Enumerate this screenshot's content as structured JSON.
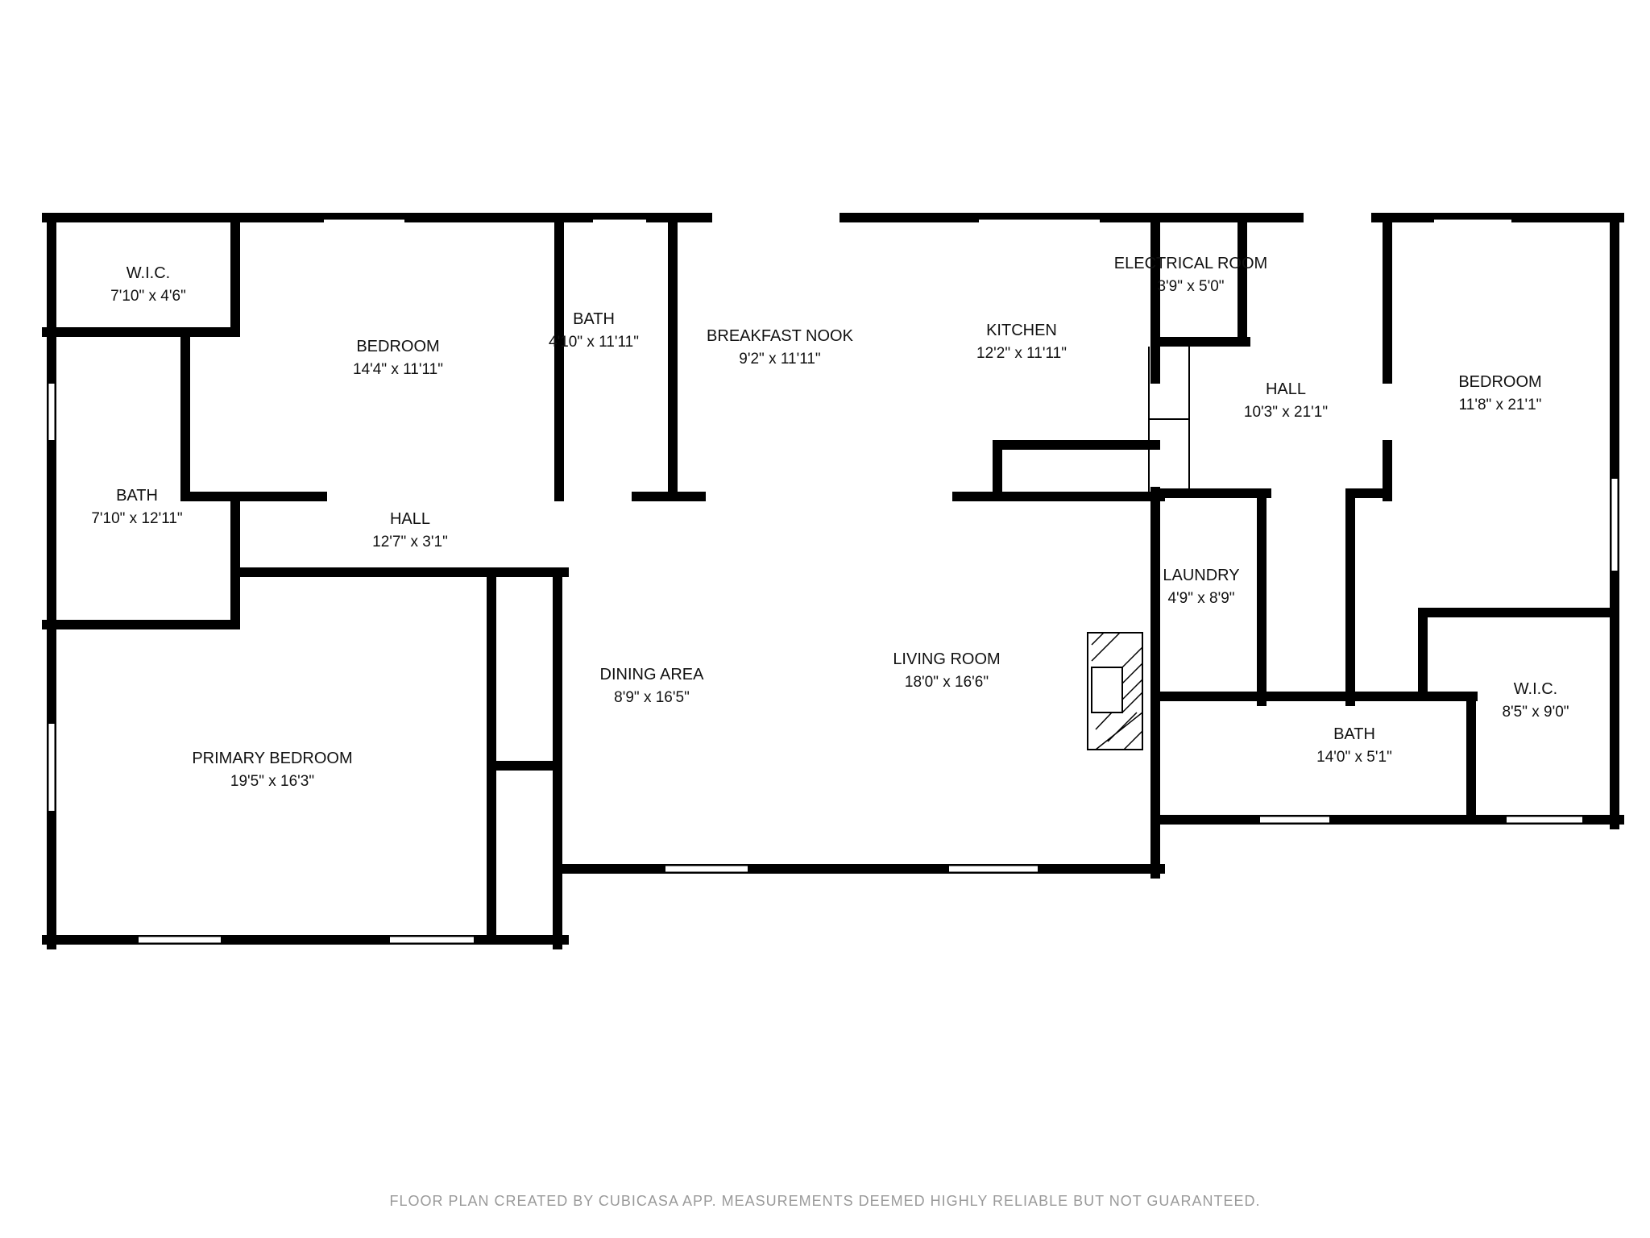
{
  "colors": {
    "wall": "#000000",
    "window": "#555555",
    "background": "#ffffff",
    "footer_text": "#9a9a9a"
  },
  "rooms": [
    {
      "id": "wic-1",
      "name": "W.I.C.",
      "dims": "7'10\" x 4'6\""
    },
    {
      "id": "bedroom-1",
      "name": "BEDROOM",
      "dims": "14'4\" x 11'11\""
    },
    {
      "id": "bath-1",
      "name": "BATH",
      "dims": "4'10\" x 11'11\""
    },
    {
      "id": "breakfast-nook",
      "name": "BREAKFAST NOOK",
      "dims": "9'2\" x 11'11\""
    },
    {
      "id": "kitchen",
      "name": "KITCHEN",
      "dims": "12'2\" x 11'11\""
    },
    {
      "id": "electrical-room",
      "name": "ELECTRICAL ROOM",
      "dims": "3'9\" x 5'0\""
    },
    {
      "id": "hall-1",
      "name": "HALL",
      "dims": "10'3\" x 21'1\""
    },
    {
      "id": "bedroom-2",
      "name": "BEDROOM",
      "dims": "11'8\" x 21'1\""
    },
    {
      "id": "bath-2",
      "name": "BATH",
      "dims": "7'10\" x 12'11\""
    },
    {
      "id": "hall-2",
      "name": "HALL",
      "dims": "12'7\" x 3'1\""
    },
    {
      "id": "laundry",
      "name": "LAUNDRY",
      "dims": "4'9\" x 8'9\""
    },
    {
      "id": "dining-area",
      "name": "DINING AREA",
      "dims": "8'9\" x 16'5\""
    },
    {
      "id": "living-room",
      "name": "LIVING ROOM",
      "dims": "18'0\" x 16'6\""
    },
    {
      "id": "wic-2",
      "name": "W.I.C.",
      "dims": "8'5\" x 9'0\""
    },
    {
      "id": "bath-3",
      "name": "BATH",
      "dims": "14'0\" x 5'1\""
    },
    {
      "id": "primary-bedroom",
      "name": "PRIMARY BEDROOM",
      "dims": "19'5\" x 16'3\""
    }
  ],
  "footer": {
    "text": "FLOOR PLAN CREATED BY CUBICASA APP. MEASUREMENTS DEEMED HIGHLY RELIABLE BUT NOT GUARANTEED."
  }
}
